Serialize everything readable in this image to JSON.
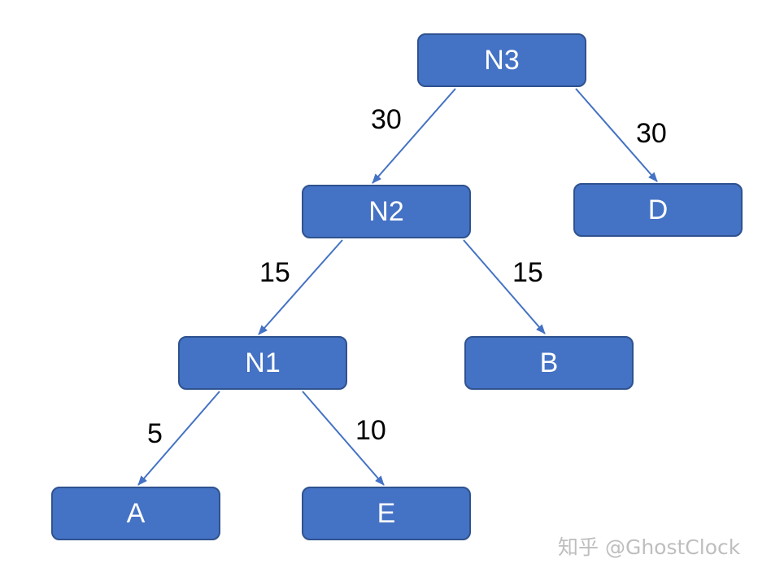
{
  "diagram": {
    "nodes": {
      "n3": "N3",
      "n2": "N2",
      "d": "D",
      "n1": "N1",
      "b": "B",
      "a": "A",
      "e": "E"
    },
    "edges": {
      "n3_n2": "30",
      "n3_d": "30",
      "n2_n1": "15",
      "n2_b": "15",
      "n1_a": "5",
      "n1_e": "10"
    },
    "colors": {
      "node_fill": "#4472c4",
      "node_border": "#2f528f",
      "edge": "#4472c4",
      "node_text": "#ffffff",
      "label_text": "#000000"
    }
  },
  "watermark": "知乎 @GhostClock"
}
